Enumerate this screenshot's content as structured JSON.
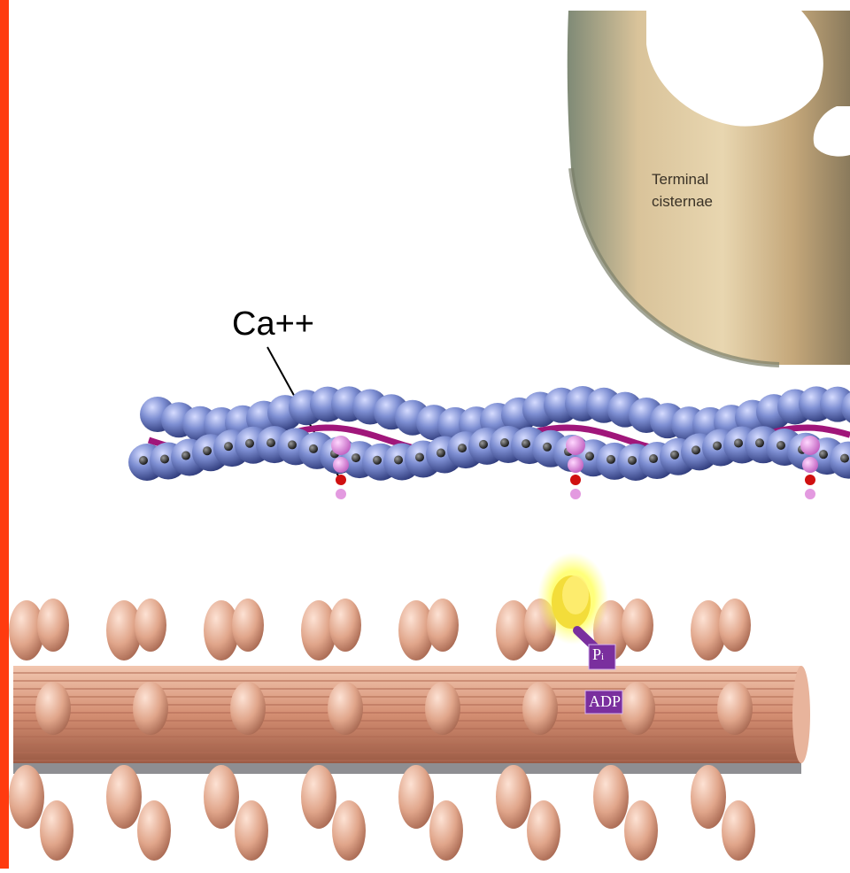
{
  "labels": {
    "calcium": "Ca++",
    "terminal_cisternae_line1": "Terminal",
    "terminal_cisternae_line2": "cisternae",
    "phosphate_main": "P",
    "phosphate_sub": "i",
    "adp": "ADP"
  },
  "colors": {
    "left_border": "#ff3b0f",
    "cisternae": "#c8b080",
    "actin_bead": "#7f8fd0",
    "tropomyosin": "#a0167a",
    "troponin": "#e39ae0",
    "myosin": "#e0a58a",
    "myosin_head_active": "#ffe84a",
    "atp_tag": "#7a2f9e"
  }
}
